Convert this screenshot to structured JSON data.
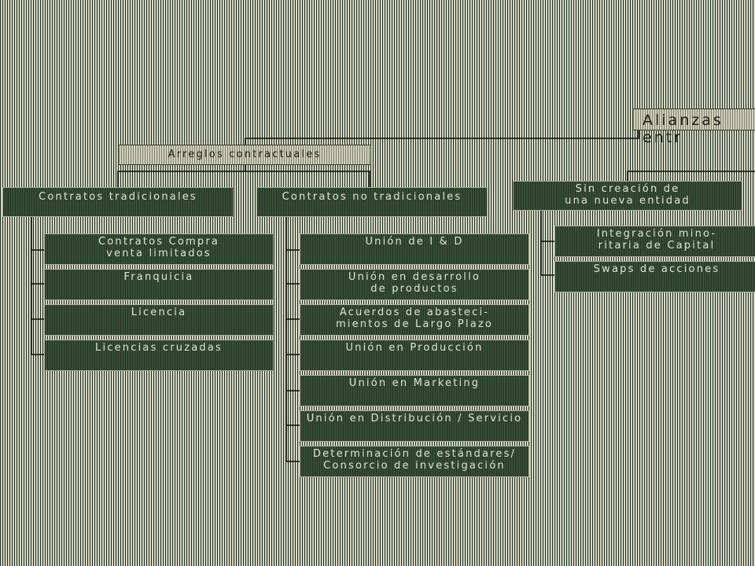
{
  "title": "Alianzas entr",
  "arreglos": "Arreglos contractuales",
  "tradicionales": {
    "header": "Contratos tradicionales",
    "items": [
      "Contratos Compra\nventa limitados",
      "Franquicia",
      "Licencia",
      "Licencias cruzadas"
    ]
  },
  "no_tradicionales": {
    "header": "Contratos no tradicionales",
    "items": [
      "Unión de I & D",
      "Unión en desarrollo\nde productos",
      "Acuerdos de abasteci-\nmientos de Largo Plazo",
      "Unión en Producción",
      "Unión en Marketing",
      "Unión en Distribución / Servicio",
      "Determinación de estándares/\nConsorcio de investigación"
    ]
  },
  "sin_creacion": {
    "header": "Sin creación de\nuna nueva entidad",
    "items": [
      "Integración mino-\nritaria de Capital",
      "Swaps de acciones"
    ]
  },
  "colors": {
    "box_fill": "#304630",
    "box_text": "#dfe5d6",
    "header_fill": "#c4c6ae",
    "background": "#c9cdbb"
  }
}
